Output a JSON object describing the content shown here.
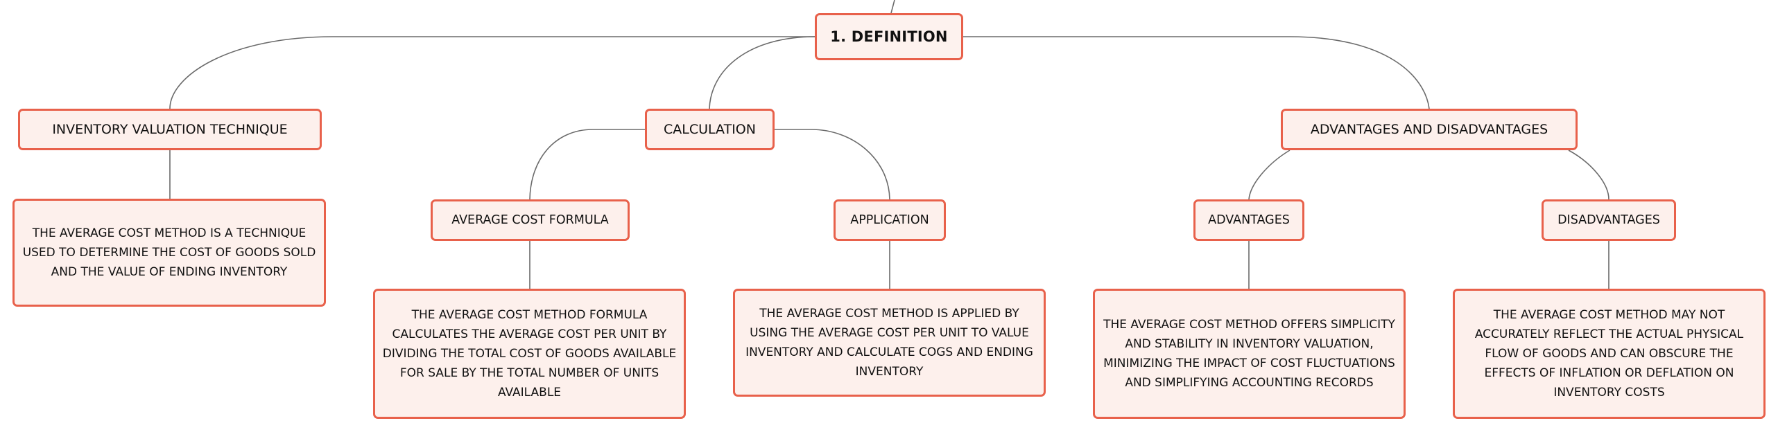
{
  "diagram": {
    "root": {
      "label": "1. DEFINITION"
    },
    "branches": [
      {
        "label": "INVENTORY VALUATION TECHNIQUE",
        "detail": "THE AVERAGE COST METHOD IS A TECHNIQUE USED TO DETERMINE THE COST OF GOODS SOLD AND THE VALUE OF ENDING INVENTORY"
      },
      {
        "label": "CALCULATION",
        "children": [
          {
            "label": "AVERAGE COST FORMULA",
            "detail": "THE AVERAGE COST METHOD FORMULA CALCULATES THE AVERAGE COST PER UNIT BY DIVIDING THE TOTAL COST OF GOODS AVAILABLE FOR SALE BY THE TOTAL NUMBER OF UNITS AVAILABLE"
          },
          {
            "label": "APPLICATION",
            "detail": "THE AVERAGE COST METHOD IS APPLIED BY USING THE AVERAGE COST PER UNIT TO VALUE INVENTORY AND CALCULATE COGS AND ENDING INVENTORY"
          }
        ]
      },
      {
        "label": "ADVANTAGES AND DISADVANTAGES",
        "children": [
          {
            "label": "ADVANTAGES",
            "detail": "THE AVERAGE COST METHOD OFFERS SIMPLICITY AND STABILITY IN INVENTORY VALUATION, MINIMIZING THE IMPACT OF COST FLUCTUATIONS AND SIMPLIFYING ACCOUNTING RECORDS"
          },
          {
            "label": "DISADVANTAGES",
            "detail": "THE AVERAGE COST METHOD MAY NOT ACCURATELY REFLECT THE ACTUAL PHYSICAL FLOW OF GOODS AND CAN OBSCURE THE EFFECTS OF INFLATION OR DEFLATION ON INVENTORY COSTS"
          }
        ]
      }
    ]
  },
  "colors": {
    "node_border": "#e8614b",
    "node_fill": "#fdf0ec",
    "connector": "#6b6b6b",
    "text": "#111111"
  }
}
